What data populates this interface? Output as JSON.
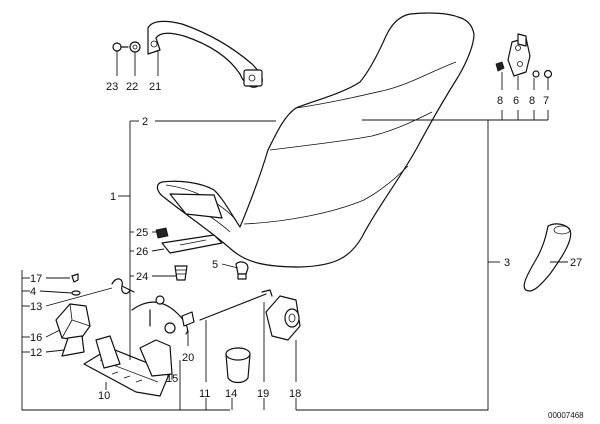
{
  "diagram": {
    "reference_number": "00007468",
    "callouts": [
      {
        "id": "c1",
        "label": "1"
      },
      {
        "id": "c2",
        "label": "2"
      },
      {
        "id": "c3",
        "label": "3"
      },
      {
        "id": "c4",
        "label": "4"
      },
      {
        "id": "c5",
        "label": "5"
      },
      {
        "id": "c6a",
        "label": "6"
      },
      {
        "id": "c6b",
        "label": "6"
      },
      {
        "id": "c7",
        "label": "7"
      },
      {
        "id": "c8a",
        "label": "8"
      },
      {
        "id": "c8b",
        "label": "8"
      },
      {
        "id": "c10",
        "label": "10"
      },
      {
        "id": "c11",
        "label": "11"
      },
      {
        "id": "c12",
        "label": "12"
      },
      {
        "id": "c13",
        "label": "13"
      },
      {
        "id": "c14",
        "label": "14"
      },
      {
        "id": "c15",
        "label": "15"
      },
      {
        "id": "c16",
        "label": "16"
      },
      {
        "id": "c17",
        "label": "17"
      },
      {
        "id": "c18",
        "label": "18"
      },
      {
        "id": "c19",
        "label": "19"
      },
      {
        "id": "c20",
        "label": "20"
      },
      {
        "id": "c21",
        "label": "21"
      },
      {
        "id": "c22",
        "label": "22"
      },
      {
        "id": "c23",
        "label": "23"
      },
      {
        "id": "c24",
        "label": "24"
      },
      {
        "id": "c25",
        "label": "25"
      },
      {
        "id": "c26",
        "label": "26"
      },
      {
        "id": "c27",
        "label": "27"
      }
    ]
  }
}
